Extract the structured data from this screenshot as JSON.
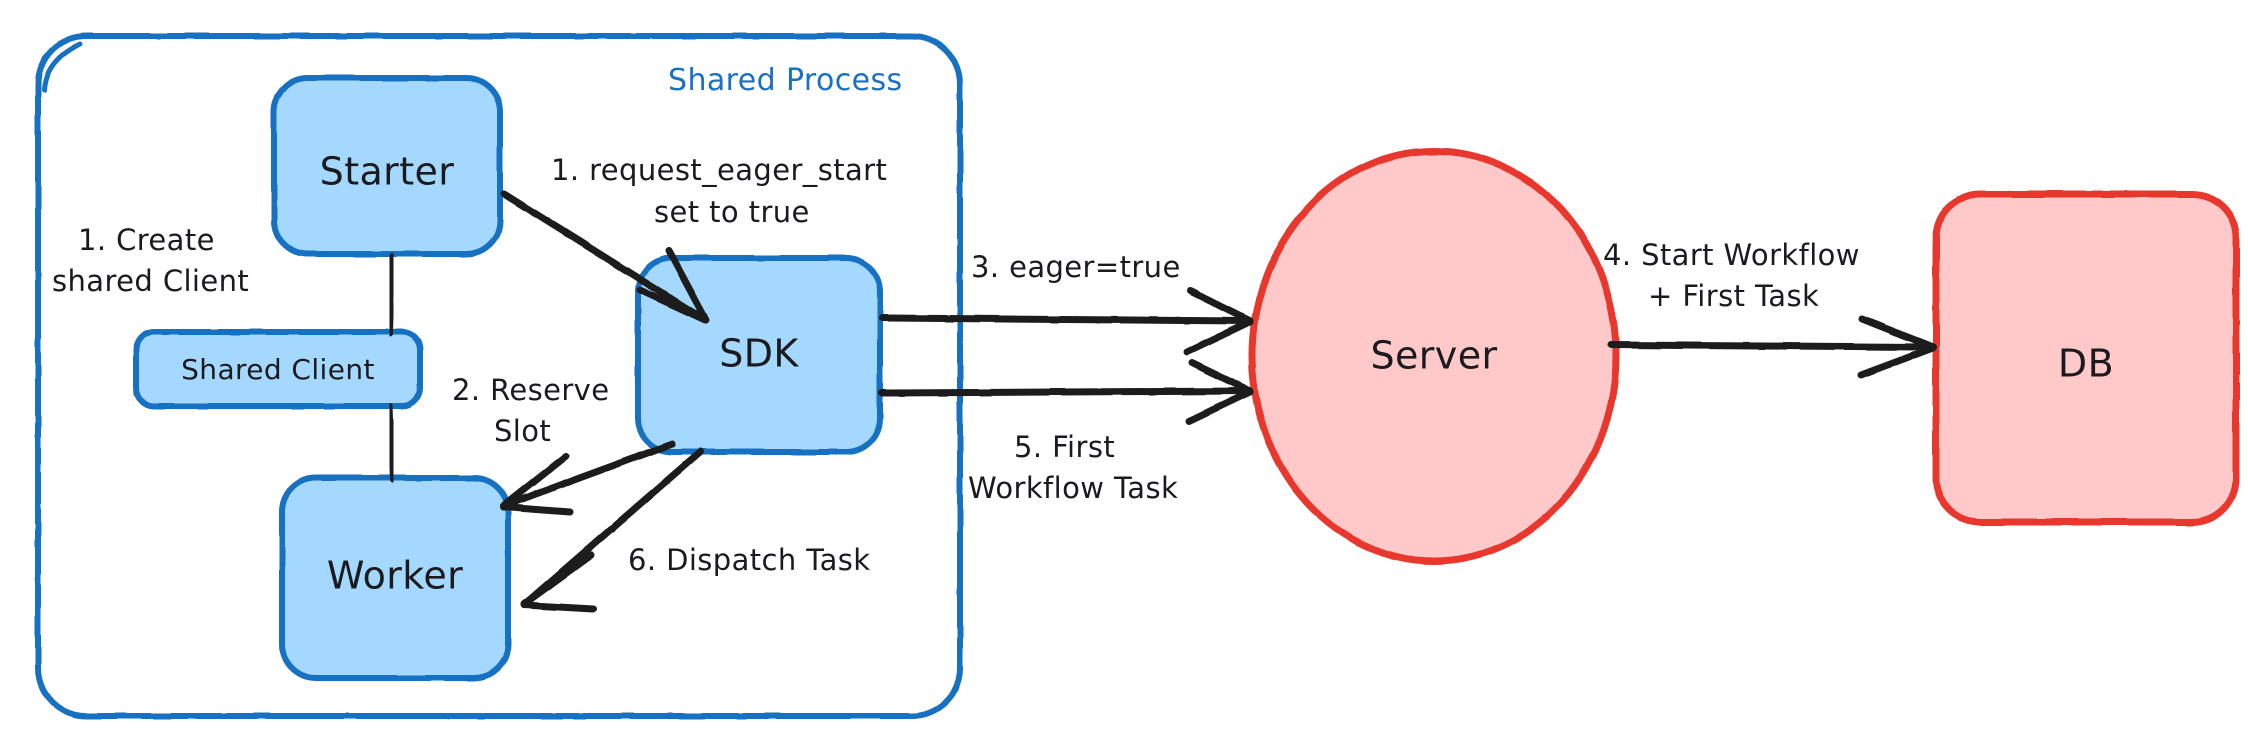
{
  "diagram": {
    "title": "Eager Workflow Start - Shared Process Flow",
    "colors": {
      "blue_stroke": "#1971c2",
      "blue_fill": "#a5d8ff",
      "red_stroke": "#e8392e",
      "red_fill": "#ffc9c9",
      "ink": "#1b1b1f",
      "background": "#ffffff"
    },
    "group": {
      "label": "Shared Process"
    },
    "nodes": [
      {
        "id": "starter",
        "label": "Starter",
        "shape": "rounded-rect",
        "color": "blue"
      },
      {
        "id": "shared-client",
        "label": "Shared Client",
        "shape": "rounded-rect",
        "color": "blue"
      },
      {
        "id": "worker",
        "label": "Worker",
        "shape": "rounded-rect",
        "color": "blue"
      },
      {
        "id": "sdk",
        "label": "SDK",
        "shape": "rounded-rect",
        "color": "blue"
      },
      {
        "id": "server",
        "label": "Server",
        "shape": "ellipse",
        "color": "red"
      },
      {
        "id": "db",
        "label": "DB",
        "shape": "rounded-rect",
        "color": "red"
      }
    ],
    "edges": [
      {
        "id": "e-create",
        "from": "starter",
        "to": "worker",
        "label_lines": [
          "1. Create",
          "shared Client"
        ],
        "arrow": false
      },
      {
        "id": "e-eager",
        "from": "starter",
        "to": "sdk",
        "label_lines": [
          "1. request_eager_start",
          "set to true"
        ],
        "arrow": true
      },
      {
        "id": "e-reserve",
        "from": "sdk",
        "to": "worker",
        "label_lines": [
          "2. Reserve",
          "Slot"
        ],
        "arrow": true
      },
      {
        "id": "e-dispatch",
        "from": "sdk",
        "to": "worker",
        "label_lines": [
          "6. Dispatch Task"
        ],
        "arrow": true
      },
      {
        "id": "e-eagertrue",
        "from": "sdk",
        "to": "server",
        "label_lines": [
          "3. eager=true"
        ],
        "arrow": true
      },
      {
        "id": "e-firsttask",
        "from": "sdk",
        "to": "server",
        "label_lines": [
          "5. First",
          "Workflow Task"
        ],
        "arrow": true
      },
      {
        "id": "e-startwf",
        "from": "server",
        "to": "db",
        "label_lines": [
          "4. Start Workflow",
          "+ First Task"
        ],
        "arrow": true
      }
    ],
    "labels": {
      "shared_process": "Shared Process",
      "starter": "Starter",
      "shared_client": "Shared Client",
      "worker": "Worker",
      "sdk": "SDK",
      "server": "Server",
      "db": "DB",
      "create_l1": "1. Create",
      "create_l2": "shared Client",
      "eager_l1": "1. request_eager_start",
      "eager_l2": "set to true",
      "reserve_l1": "2. Reserve",
      "reserve_l2": "Slot",
      "dispatch_l1": "6. Dispatch Task",
      "eagertrue_l1": "3. eager=true",
      "firsttask_l1": "5. First",
      "firsttask_l2": "Workflow Task",
      "startwf_l1": "4. Start Workflow",
      "startwf_l2": "+ First Task"
    }
  }
}
